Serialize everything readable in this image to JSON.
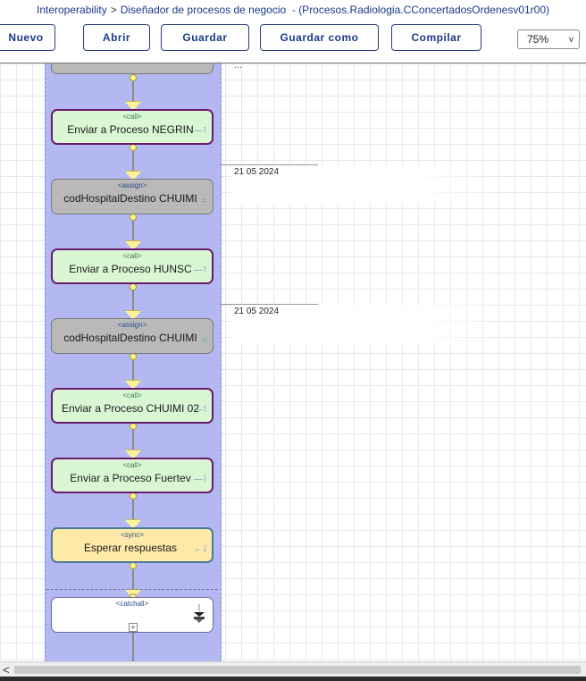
{
  "header": {
    "breadcrumb_root": "Interoperability",
    "breadcrumb_sep": ">",
    "page_title": "Diseñador de procesos de negocio",
    "process_name": "- (Procesos.Radiologia.CConcertadosOrdenesv01r00)"
  },
  "toolbar": {
    "new_label": "Nuevo",
    "open_label": "Abrir",
    "save_label": "Guardar",
    "save_as_label": "Guardar como",
    "compile_label": "Compilar",
    "zoom_value": "75%",
    "zoom_chevron": "v"
  },
  "diagram": {
    "top_ellipsis": "...",
    "annotations": [
      "21 05 2024",
      "21 05 2024"
    ],
    "activities": [
      {
        "type": "<call>",
        "name": "Enviar a Proceso NEGRIN"
      },
      {
        "type": "<assign>",
        "name": "codHospitalDestino CHUIMI"
      },
      {
        "type": "<call>",
        "name": "Enviar a Proceso HUNSC"
      },
      {
        "type": "<assign>",
        "name": "codHospitalDestino CHUIMI"
      },
      {
        "type": "<call>",
        "name": "Enviar a Proceso CHUIMI 02"
      },
      {
        "type": "<call>",
        "name": "Enviar a Proceso Fuertev"
      },
      {
        "type": "<sync>",
        "name": "Esperar respuestas"
      },
      {
        "type": "<catchall>",
        "name": ""
      }
    ],
    "expand_symbol": "+"
  },
  "scrollbar": {
    "left_arrow": "<"
  },
  "icons": {
    "call": "call-return-icon",
    "assign": "assign-equals-icon",
    "sync": "sync-return-icon",
    "catchall": "catch-icon"
  },
  "colors": {
    "lane": "#b3b7f2",
    "call_fill": "#d9f7d3",
    "call_border": "#6a1b6e",
    "assign_fill": "#b9b9b9",
    "sync_fill": "#fde9a8",
    "link_text": "#1a3a8a"
  }
}
